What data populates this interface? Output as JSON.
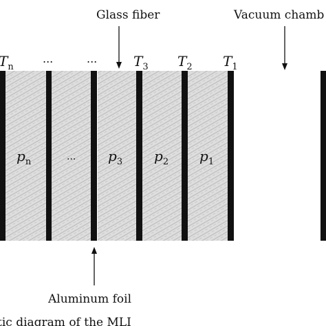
{
  "labels": {
    "glass_fiber": "Glass fiber",
    "vacuum_chamber": "Vacuum chamb",
    "aluminum_foil": "Aluminum foil",
    "caption": "tic diagram of the MLI"
  },
  "temperatures": [
    {
      "base": "T",
      "sub": "n"
    },
    {
      "base": "T",
      "sub": "3"
    },
    {
      "base": "T",
      "sub": "2"
    },
    {
      "base": "T",
      "sub": "1"
    }
  ],
  "pressures": [
    {
      "base": "p",
      "sub": "n"
    },
    {
      "base": "p",
      "sub": "3"
    },
    {
      "base": "p",
      "sub": "2"
    },
    {
      "base": "p",
      "sub": "1"
    }
  ],
  "ellipsis": [
    "...",
    "...",
    "..."
  ],
  "colors": {
    "foil": "#111111",
    "fiber_fill": "#dedede",
    "hatch": "#bdbdbd",
    "text": "#111111"
  }
}
